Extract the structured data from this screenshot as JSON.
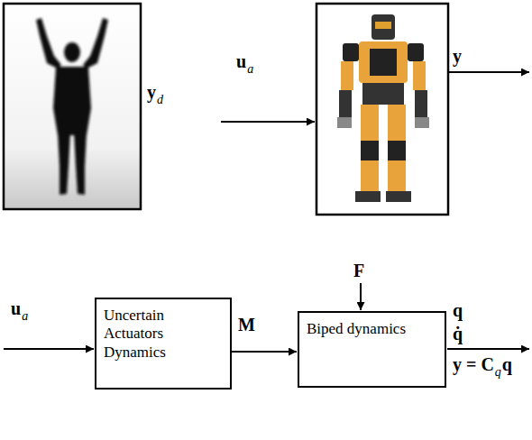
{
  "diagram": {
    "nodes": [
      {
        "text": [
          "Uncertain Actuators Dynamics"
        ]
      },
      {
        "text": [
          "Biped dynamics"
        ]
      }
    ],
    "edges": [
      {
        "from": 0,
        "to": 1,
        "arrow": "to",
        "label": "M"
      }
    ],
    "labels": [
      "y",
      "d",
      "u",
      "a",
      "y",
      "u",
      "a",
      "F",
      "q",
      "q̇",
      "y = C",
      "q",
      "q"
    ]
  }
}
